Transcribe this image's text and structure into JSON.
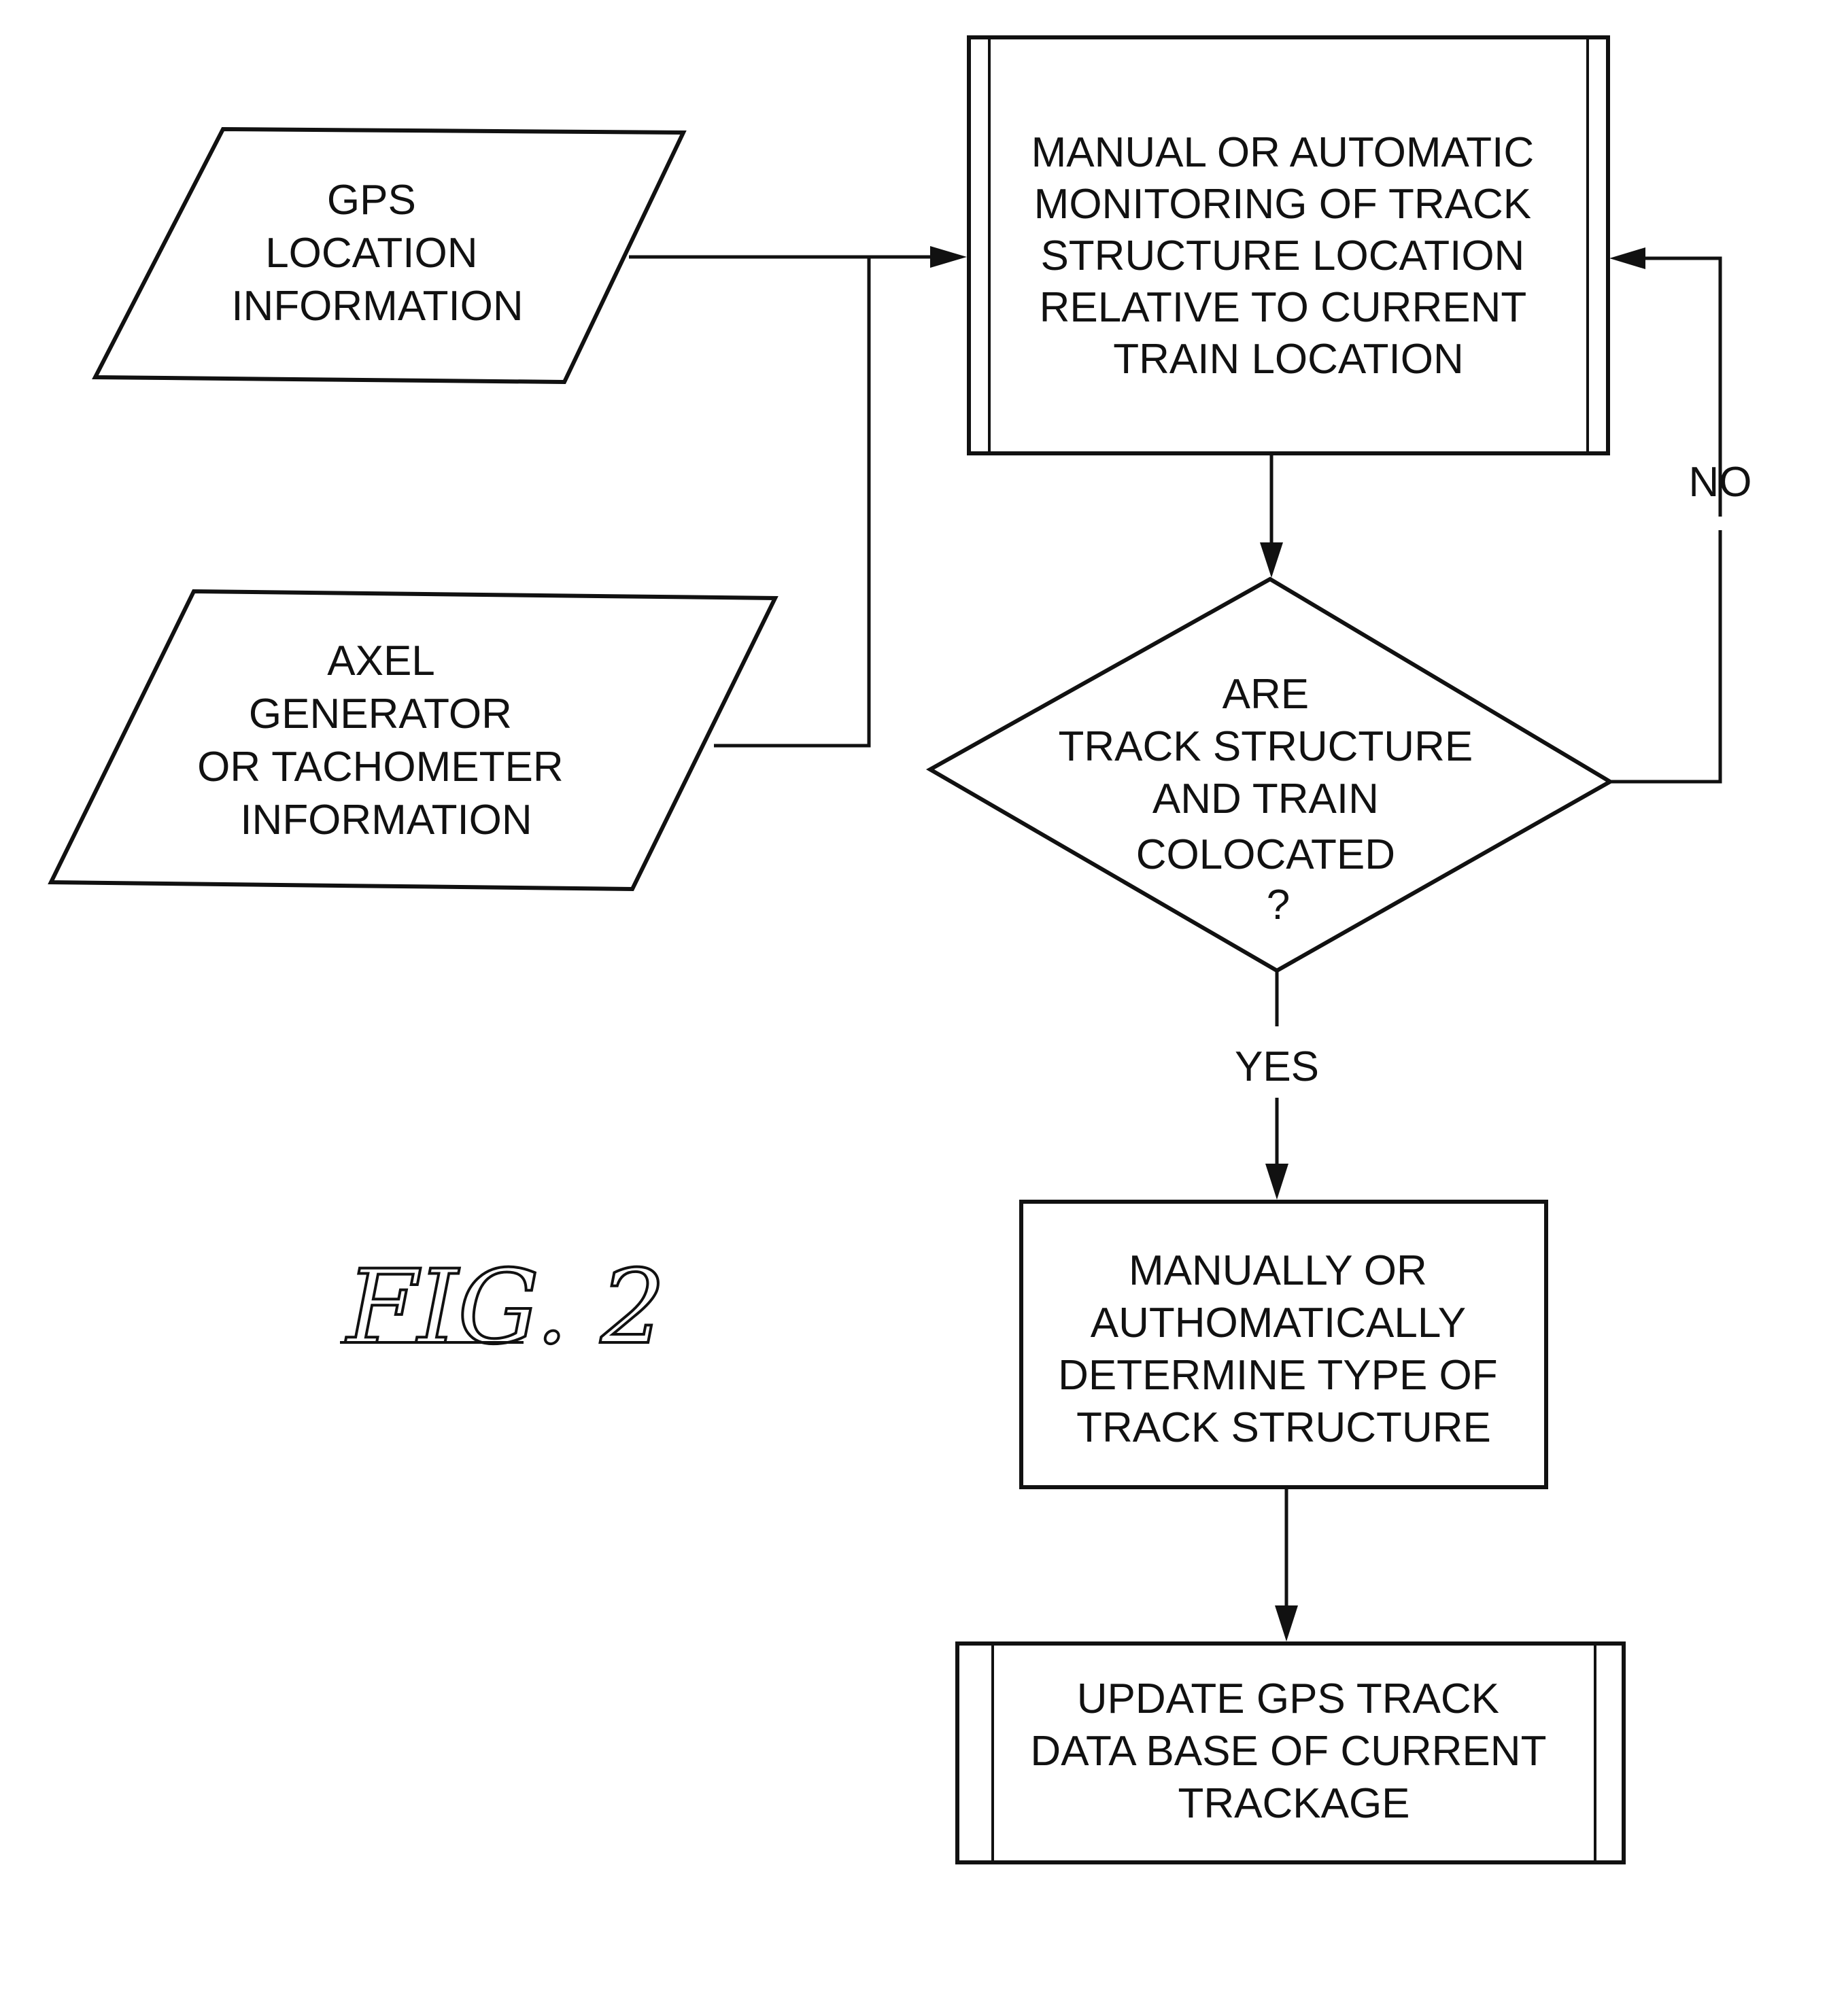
{
  "nodes": {
    "gps_input": {
      "lines": [
        "GPS",
        "LOCATION",
        "INFORMATION"
      ]
    },
    "axel_input": {
      "lines": [
        "AXEL",
        "GENERATOR",
        "OR TACHOMETER",
        "INFORMATION"
      ]
    },
    "monitoring": {
      "lines": [
        "MANUAL OR AUTOMATIC",
        "MONITORING OF TRACK",
        "STRUCTURE LOCATION",
        "RELATIVE TO CURRENT",
        "TRAIN LOCATION"
      ]
    },
    "decision": {
      "lines": [
        "ARE",
        "TRACK STRUCTURE",
        "AND TRAIN",
        "COLOCATED",
        "?"
      ]
    },
    "determine": {
      "lines": [
        "MANUALLY OR",
        "AUTHOMATICALLY",
        "DETERMINE TYPE OF",
        "TRACK STRUCTURE"
      ]
    },
    "update": {
      "lines": [
        "UPDATE GPS TRACK",
        "DATA BASE OF CURRENT",
        "TRACKAGE"
      ]
    }
  },
  "edges": {
    "no_label": "NO",
    "yes_label": "YES"
  },
  "figure_label": "FIG. 2"
}
